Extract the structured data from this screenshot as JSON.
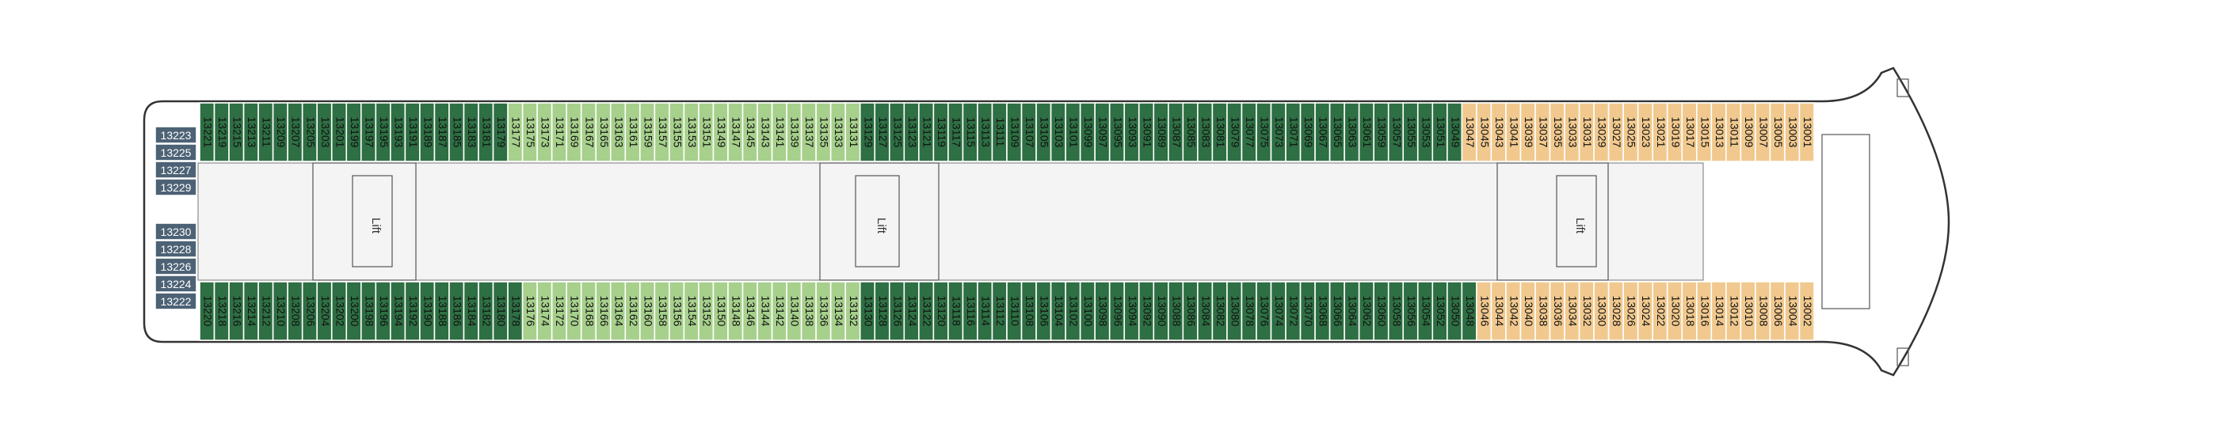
{
  "colors": {
    "balcony_dark": "#2e6f43",
    "balcony_light": "#a7d08c",
    "suite": "#f1c98f",
    "interior_side": "#4d6275",
    "highlight": "#f1d21a"
  },
  "lift_label": "Lift",
  "rooms": {
    "upper_labels": [
      "13221",
      "13219",
      "13215",
      "13213",
      "13211",
      "13209",
      "13207",
      "13205",
      "13203",
      "13201",
      "13199",
      "13197",
      "13195",
      "13193",
      "13191",
      "13189",
      "13187",
      "13185",
      "13183",
      "13181",
      "13179",
      "13177",
      "13175",
      "13173",
      "13171",
      "13169",
      "13167",
      "13165",
      "13163",
      "13161",
      "13159",
      "13157",
      "13155",
      "13153",
      "13151",
      "13149",
      "13147",
      "13145",
      "13143",
      "13141",
      "13139",
      "13137",
      "13135",
      "13133",
      "13131",
      "13129",
      "13127",
      "13125",
      "13123",
      "13121",
      "13119",
      "13117",
      "13115",
      "13113",
      "13111",
      "13109",
      "13107",
      "13105",
      "13103",
      "13101",
      "13099",
      "13097",
      "13095",
      "13093",
      "13091",
      "13089",
      "13087",
      "13085",
      "13083",
      "13081",
      "13079",
      "13077",
      "13075",
      "13073",
      "13071",
      "13069",
      "13067",
      "13065",
      "13063",
      "13061",
      "13059",
      "13057",
      "13055",
      "13053",
      "13051",
      "13049",
      "13047",
      "13045",
      "13043",
      "13041",
      "13039",
      "13037",
      "13035",
      "13033",
      "13031",
      "13029",
      "13027",
      "13025",
      "13023",
      "13021",
      "13019",
      "13017",
      "13015",
      "13013",
      "13011",
      "13009",
      "13007",
      "13005",
      "13003",
      "13001"
    ],
    "lower_labels": [
      "13220",
      "13218",
      "13216",
      "13214",
      "13212",
      "13210",
      "13208",
      "13206",
      "13204",
      "13202",
      "13200",
      "13198",
      "13196",
      "13194",
      "13192",
      "13190",
      "13188",
      "13186",
      "13184",
      "13182",
      "13180",
      "13178",
      "13176",
      "13174",
      "13172",
      "13170",
      "13168",
      "13166",
      "13164",
      "13162",
      "13160",
      "13158",
      "13156",
      "13154",
      "13152",
      "13150",
      "13148",
      "13146",
      "13144",
      "13142",
      "13140",
      "13138",
      "13136",
      "13134",
      "13132",
      "13130",
      "13128",
      "13126",
      "13124",
      "13122",
      "13120",
      "13118",
      "13116",
      "13114",
      "13112",
      "13110",
      "13108",
      "13106",
      "13104",
      "13102",
      "13100",
      "13098",
      "13096",
      "13094",
      "13092",
      "13090",
      "13088",
      "13086",
      "13084",
      "13082",
      "13080",
      "13078",
      "13076",
      "13074",
      "13072",
      "13070",
      "13068",
      "13066",
      "13064",
      "13062",
      "13060",
      "13058",
      "13056",
      "13054",
      "13052",
      "13050",
      "13048",
      "13046",
      "13044",
      "13042",
      "13040",
      "13038",
      "13036",
      "13034",
      "13032",
      "13030",
      "13028",
      "13026",
      "13024",
      "13022",
      "13020",
      "13018",
      "13016",
      "13014",
      "13012",
      "13010",
      "13008",
      "13006",
      "13004",
      "13002"
    ],
    "aft_side_upper": [
      "13223",
      "13225",
      "13227",
      "13229"
    ],
    "aft_side_lower": [
      "13230",
      "13228",
      "13226",
      "13224",
      "13222"
    ]
  }
}
